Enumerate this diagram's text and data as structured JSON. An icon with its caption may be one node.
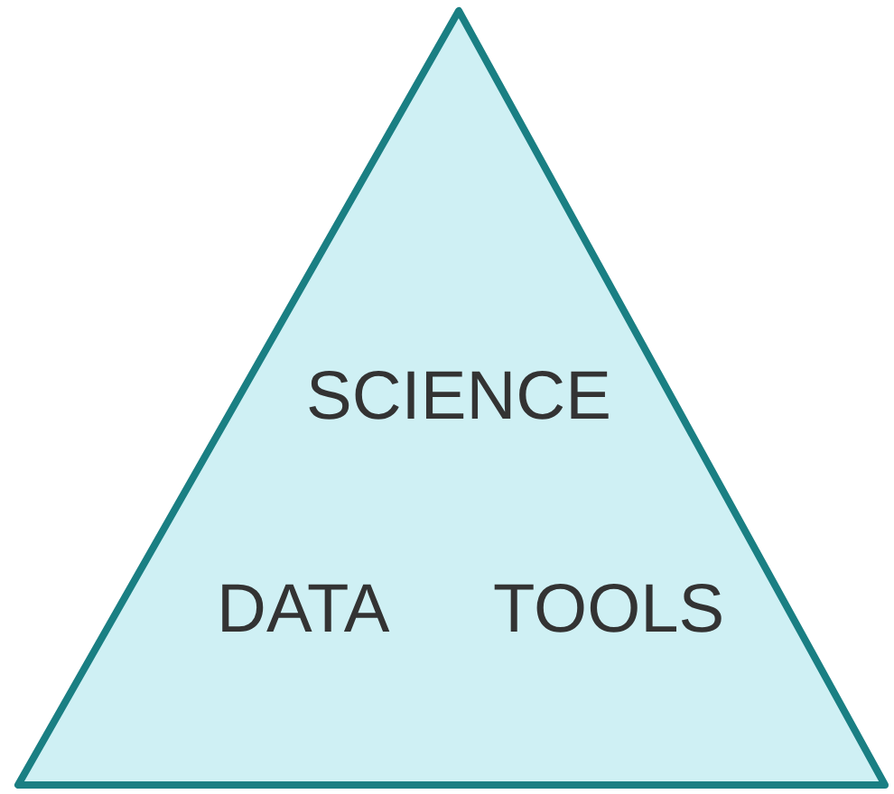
{
  "diagram": {
    "nodes": [
      {
        "text": [
          "SCIENCE",
          "DATA",
          "TOOLS"
        ]
      }
    ]
  }
}
